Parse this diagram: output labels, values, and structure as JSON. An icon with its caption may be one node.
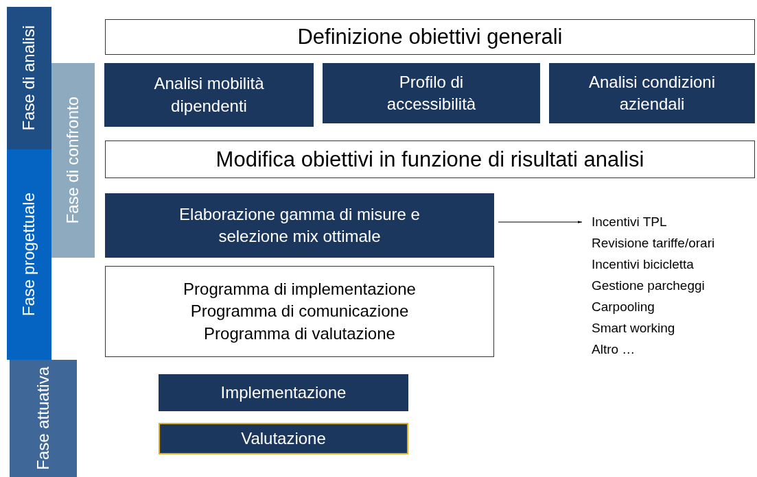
{
  "diagram": {
    "nodes": [
      {
        "text": [
          "Fase di analisi"
        ]
      },
      {
        "text": [
          "Fase progettuale"
        ]
      },
      {
        "text": [
          "Fase attuativa"
        ]
      },
      {
        "text": [
          "Fase di confronto"
        ]
      },
      {
        "text": [
          "Definizione obiettivi generali"
        ]
      },
      {
        "text": [
          "Analisi mobilità dipendenti"
        ]
      },
      {
        "text": [
          "Profilo di accessibilità"
        ]
      },
      {
        "text": [
          "Analisi condizioni aziendali"
        ]
      },
      {
        "text": [
          "Modifica obiettivi in funzione di risultati analisi"
        ]
      },
      {
        "text": [
          "Elaborazione gamma di misure e selezione mix ottimale"
        ]
      },
      {
        "text": [
          "Programma di implementazione",
          "Programma di comunicazione",
          "Programma di valutazione"
        ]
      },
      {
        "text": [
          "Incentivi TPL",
          "Revisione tariffe/orari",
          "Incentivi bicicletta",
          "Gestione parcheggi",
          "Carpooling",
          "Smart working",
          "Altro …"
        ]
      },
      {
        "text": [
          "Implementazione"
        ]
      },
      {
        "text": [
          "Valutazione"
        ]
      }
    ],
    "edges": [
      {
        "from": 9,
        "to": 11,
        "arrow": "to"
      }
    ]
  }
}
